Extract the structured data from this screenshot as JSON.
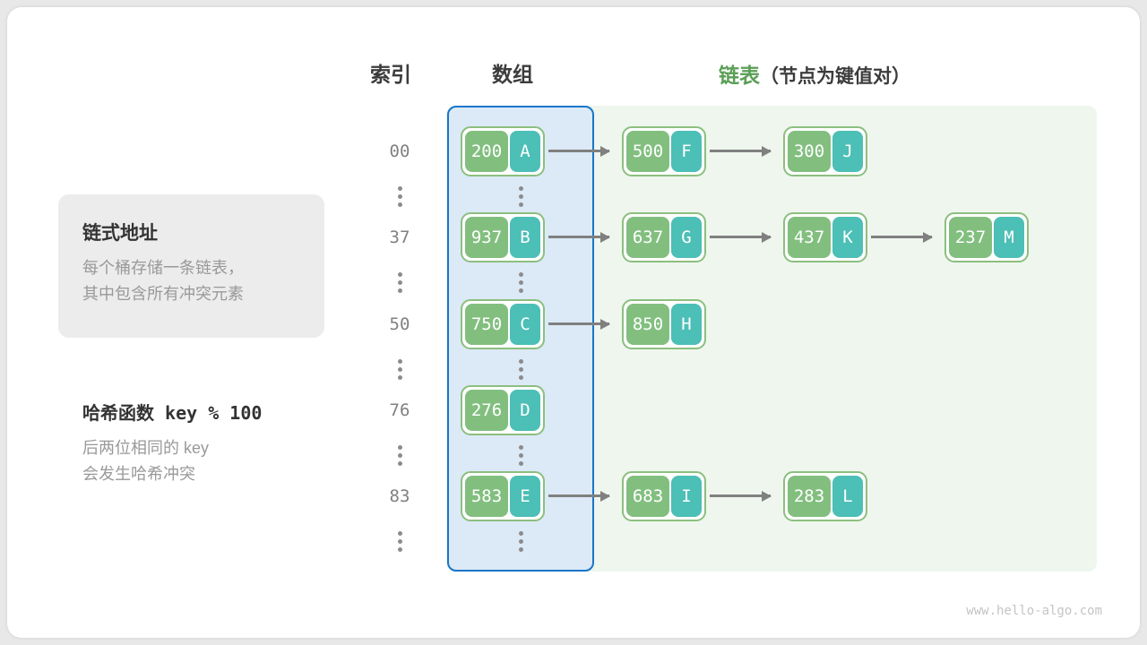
{
  "headers": {
    "index": "索引",
    "array": "数组",
    "list_accent": "链表",
    "list_sub": "（节点为键值对）"
  },
  "info_card": {
    "title": "链式地址",
    "line1": "每个桶存储一条链表，",
    "line2": "其中包含所有冲突元素"
  },
  "hash_note": {
    "title": "哈希函数 key % 100",
    "line1": "后两位相同的 key",
    "line2": "会发生哈希冲突"
  },
  "rows": [
    {
      "index": "00",
      "nodes": [
        {
          "key": "200",
          "value": "A"
        },
        {
          "key": "500",
          "value": "F"
        },
        {
          "key": "300",
          "value": "J"
        }
      ]
    },
    {
      "index": "37",
      "nodes": [
        {
          "key": "937",
          "value": "B"
        },
        {
          "key": "637",
          "value": "G"
        },
        {
          "key": "437",
          "value": "K"
        },
        {
          "key": "237",
          "value": "M"
        }
      ]
    },
    {
      "index": "50",
      "nodes": [
        {
          "key": "750",
          "value": "C"
        },
        {
          "key": "850",
          "value": "H"
        }
      ]
    },
    {
      "index": "76",
      "nodes": [
        {
          "key": "276",
          "value": "D"
        }
      ]
    },
    {
      "index": "83",
      "nodes": [
        {
          "key": "583",
          "value": "E"
        },
        {
          "key": "683",
          "value": "I"
        },
        {
          "key": "283",
          "value": "L"
        }
      ]
    }
  ],
  "colors": {
    "key_box": "#82bf7f",
    "value_box": "#4cbfb6",
    "node_border": "#8cbf7e",
    "array_panel_fill": "#dce9f7",
    "array_panel_border": "#1976c8",
    "list_panel_fill": "#eef6ee",
    "accent_green": "#5a9e55",
    "arrow": "#808080"
  },
  "footer": "www.hello-algo.com"
}
